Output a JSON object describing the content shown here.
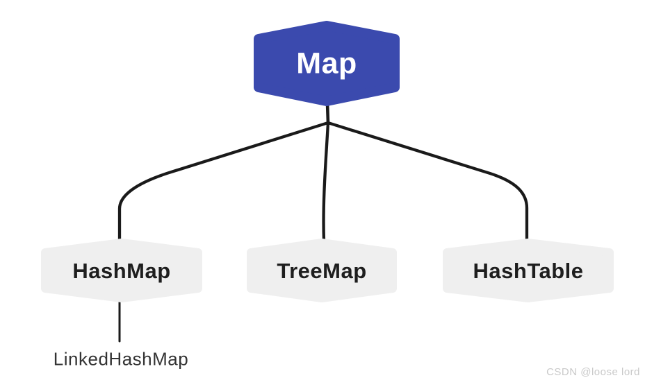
{
  "diagram": {
    "root": {
      "id": "map",
      "label": "Map",
      "shape": "hexagon"
    },
    "children": [
      {
        "id": "hashmap",
        "label": "HashMap",
        "shape": "hexagon",
        "parent": "map"
      },
      {
        "id": "treemap",
        "label": "TreeMap",
        "shape": "hexagon",
        "parent": "map"
      },
      {
        "id": "hashtable",
        "label": "HashTable",
        "shape": "hexagon",
        "parent": "map"
      }
    ],
    "leaf": {
      "id": "linkedhashmap",
      "label": "LinkedHashMap",
      "parent": "hashmap",
      "shape": "text-only"
    },
    "edges": [
      {
        "from": "map",
        "to": "hashmap"
      },
      {
        "from": "map",
        "to": "treemap"
      },
      {
        "from": "map",
        "to": "hashtable"
      },
      {
        "from": "hashmap",
        "to": "linkedhashmap"
      }
    ]
  },
  "colors": {
    "root_fill": "#3b4aae",
    "child_fill": "#efefef",
    "edge": "#1a1a1a",
    "root_text": "#ffffff",
    "child_text": "#1e1e1e",
    "leaf_text": "#333333",
    "watermark": "#c9c9c9",
    "background": "#ffffff"
  },
  "watermark": {
    "text": "CSDN @loose lord"
  }
}
